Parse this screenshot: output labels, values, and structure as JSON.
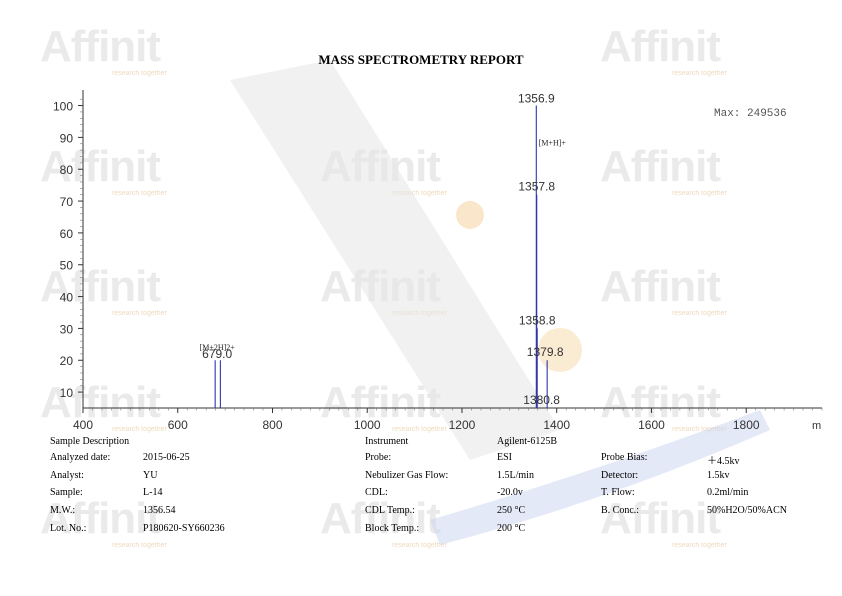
{
  "watermark": {
    "brand": "Affinit",
    "tagline": "research together"
  },
  "report_title": "MASS SPECTROMETRY REPORT",
  "chart_data": {
    "type": "bar",
    "x_ticks": [
      "400",
      "600",
      "800",
      "1000",
      "1200",
      "1400",
      "1600",
      "1800"
    ],
    "x_unit": "m",
    "xlim": [
      400,
      1960
    ],
    "y_ticks": [
      "10",
      "20",
      "30",
      "40",
      "50",
      "60",
      "70",
      "80",
      "90",
      "100"
    ],
    "ylim": [
      5,
      103
    ],
    "max_label": "Max: 249536",
    "peaks": [
      {
        "x": 679.0,
        "y": 20,
        "label": "679.0",
        "annotation": "[M+2H]2+"
      },
      {
        "x": 690.0,
        "y": 20,
        "label": "",
        "annotation": ""
      },
      {
        "x": 1356.9,
        "y": 100,
        "label": "1356.9",
        "annotation": "[M+H]+"
      },
      {
        "x": 1357.8,
        "y": 72,
        "label": "1357.8",
        "annotation": ""
      },
      {
        "x": 1358.8,
        "y": 30,
        "label": "1358.8",
        "annotation": ""
      },
      {
        "x": 1379.8,
        "y": 20,
        "label": "1379.8",
        "annotation": ""
      },
      {
        "x": 1380.8,
        "y": 5,
        "label": "1380.8",
        "annotation": ""
      }
    ],
    "line_color": "#2f36a8"
  },
  "info": {
    "sample_description_label": "Sample Description",
    "analyzed_date_label": "Analyzed date:",
    "analyzed_date": "2015-06-25",
    "analyst_label": "Analyst:",
    "analyst": "YU",
    "sample_label": "Sample:",
    "sample": "L-14",
    "mw_label": "M.W.:",
    "mw": "1356.54",
    "lot_label": "Lot. No.:",
    "lot": "P180620-SY660236",
    "instrument_label": "Instrument",
    "instrument": "Agilent-6125B",
    "probe_label": "Probe:",
    "probe": "ESI",
    "nebulizer_label": "Nebulizer Gas Flow:",
    "nebulizer": "1.5L/min",
    "cdl_label": "CDL:",
    "cdl": "-20.0v",
    "cdl_temp_label": "CDL Temp.:",
    "cdl_temp": "250 °C",
    "block_temp_label": "Block Temp.:",
    "block_temp": "200 °C",
    "probe_bias_label": "Probe Bias:",
    "probe_bias": "＋4.5kv",
    "detector_label": "Detector:",
    "detector": "1.5kv",
    "tflow_label": "T. Flow:",
    "tflow": "0.2ml/min",
    "bconc_label": "B. Conc.:",
    "bconc": "50%H2O/50%ACN"
  }
}
